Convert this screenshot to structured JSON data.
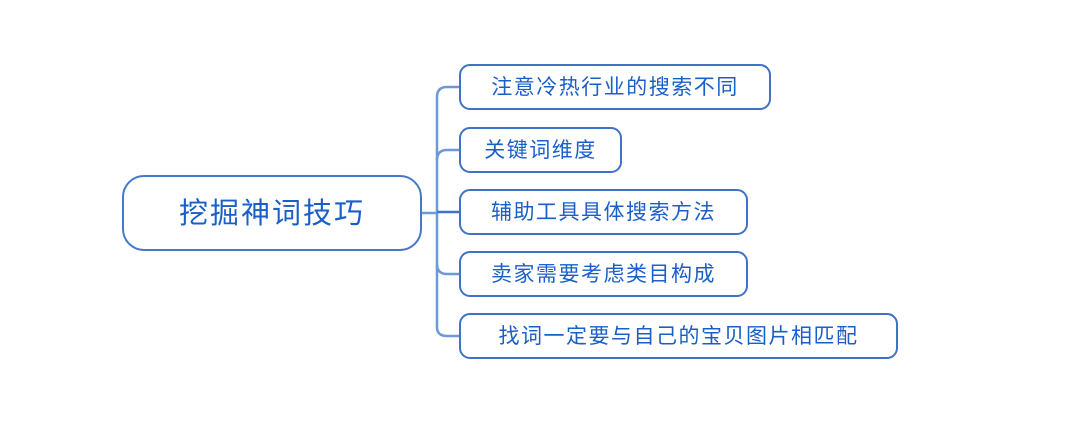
{
  "diagram": {
    "type": "mind-map",
    "orientation": "left-to-right",
    "background_color": "#ffffff",
    "border_color": "#3f73c6",
    "text_color": "#1a5fc8",
    "connector_color": "#6c9ad8",
    "root": {
      "label": "挖掘神词技巧"
    },
    "branches": [
      {
        "label": "注意冷热行业的搜索不同"
      },
      {
        "label": "关键词维度"
      },
      {
        "label": "辅助工具具体搜索方法"
      },
      {
        "label": "卖家需要考虑类目构成"
      },
      {
        "label": "找词一定要与自己的宝贝图片相匹配"
      }
    ]
  }
}
